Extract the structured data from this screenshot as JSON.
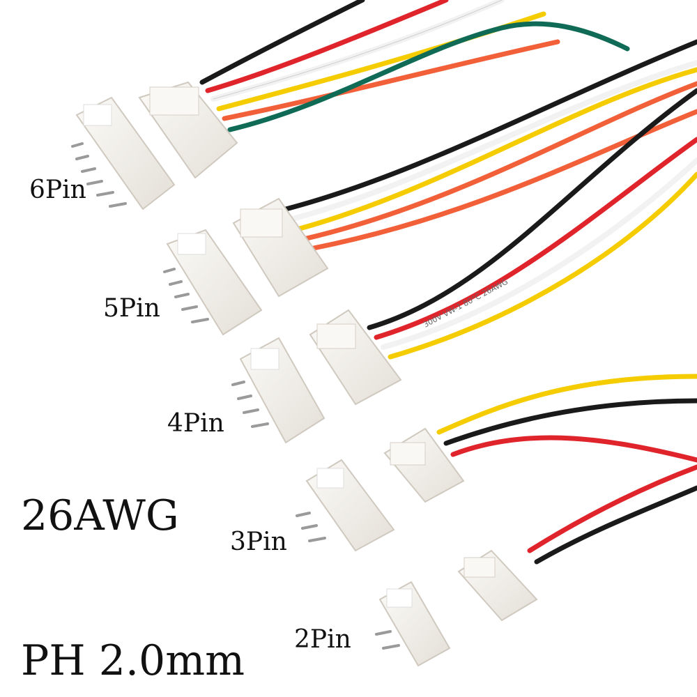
{
  "labels": {
    "pin6": "6Pin",
    "pin5": "5Pin",
    "pin4": "4Pin",
    "pin3": "3Pin",
    "pin2": "2Pin",
    "gauge": "26AWG",
    "pitch": "PH 2.0mm"
  },
  "wire_print": "300V VW-1 80°C 26AWG",
  "colors": {
    "housing": "#f4f1ec",
    "housing_shadow": "#d9d4cc",
    "pin_metal": "#b8b8b8",
    "wire_black": "#1a1a1a",
    "wire_red": "#e0242b",
    "wire_white": "#f2f2f2",
    "wire_yellow": "#f5cc00",
    "wire_orange": "#f2603a",
    "wire_green": "#0f6b55"
  },
  "connectors": [
    {
      "pins": 6,
      "wire_colors": [
        "black",
        "red",
        "white",
        "yellow",
        "orange",
        "green"
      ]
    },
    {
      "pins": 5,
      "wire_colors": [
        "black",
        "white",
        "yellow",
        "orange",
        "orange"
      ]
    },
    {
      "pins": 4,
      "wire_colors": [
        "black",
        "red",
        "white",
        "yellow"
      ]
    },
    {
      "pins": 3,
      "wire_colors": [
        "yellow",
        "black",
        "red"
      ]
    },
    {
      "pins": 2,
      "wire_colors": [
        "red",
        "black"
      ]
    }
  ]
}
